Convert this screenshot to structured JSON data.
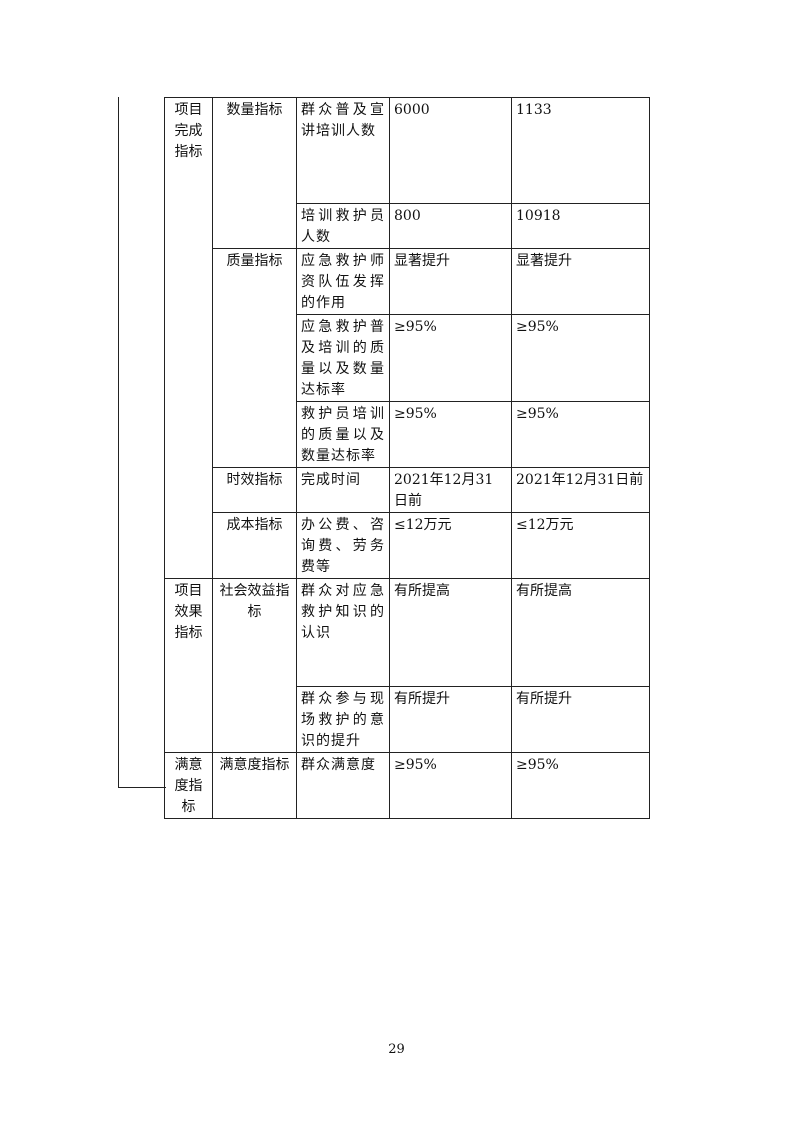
{
  "table": {
    "sections": {
      "completion": "项目完成指标",
      "effect": "项目效果指标",
      "satisfaction": "满意度指标"
    },
    "categories": {
      "quantity": "数量指标",
      "quality": "质量指标",
      "timeliness": "时效指标",
      "cost": "成本指标",
      "social": "社会效益指标",
      "satisfaction": "满意度指标"
    },
    "rows": [
      {
        "item": "群众普及宣讲培训人数",
        "target": "6000",
        "actual": "1133"
      },
      {
        "item": "培训救护员人数",
        "target": "800",
        "actual": "10918"
      },
      {
        "item": "应急救护师资队伍发挥的作用",
        "target": "显著提升",
        "actual": "显著提升"
      },
      {
        "item": "应急救护普及培训的质量以及数量达标率",
        "target": "≥95%",
        "actual": "≥95%"
      },
      {
        "item": "救护员培训的质量以及数量达标率",
        "target": "≥95%",
        "actual": "≥95%"
      },
      {
        "item": "完成时间",
        "target": "2021年12月31日前",
        "actual": "2021年12月31日前"
      },
      {
        "item": "办公费、咨询费、劳务费等",
        "target": "≤12万元",
        "actual": "≤12万元"
      },
      {
        "item": "群众对应急救护知识的认识",
        "target": "有所提高",
        "actual": "有所提高"
      },
      {
        "item": "群众参与现场救护的意识的提升",
        "target": "有所提升",
        "actual": "有所提升"
      },
      {
        "item": "群众满意度",
        "target": "≥95%",
        "actual": "≥95%"
      }
    ]
  },
  "footer": {
    "page_number": "29"
  }
}
